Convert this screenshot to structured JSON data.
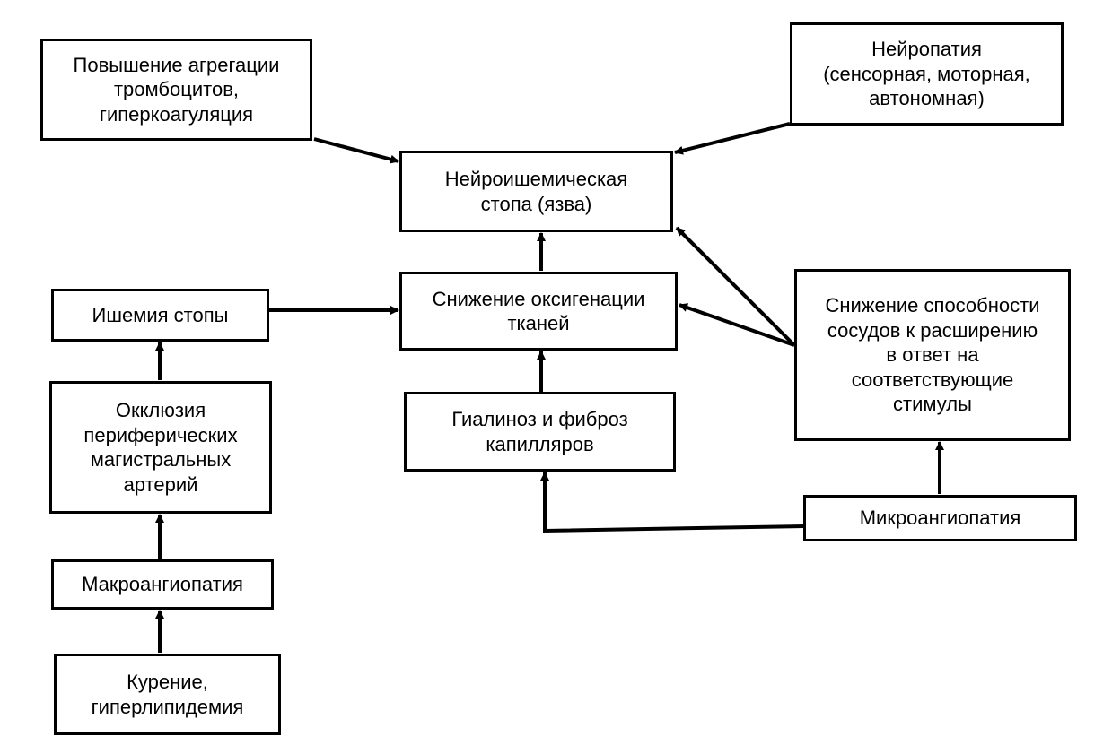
{
  "nodes": {
    "aggregation": "Повышение агрегации\nтромбоцитов,\nгиперкоагуляция",
    "neuropathy": "Нейропатия\n(сенсорная, моторная,\nавтономная)",
    "neuroischemic_foot": "Нейроишемическая\nстопа (язва)",
    "foot_ischemia": "Ишемия стопы",
    "oxygenation_decrease": "Снижение оксигенации\nтканей",
    "vasodilation_decrease": "Снижение способности\nсосудов к расширению\nв ответ на\nсоответствующие\nстимулы",
    "occlusion": "Окклюзия\nпериферических\nмагистральных\nартерий",
    "hyalinosis": "Гиалиноз и фиброз\nкапилляров",
    "microangiopathy": "Микроангиопатия",
    "macroangiopathy": "Макроангиопатия",
    "smoking": "Курение,\nгиперлипидемия"
  },
  "colors": {
    "line": "#000000",
    "box_border": "#000000",
    "background": "#ffffff"
  }
}
